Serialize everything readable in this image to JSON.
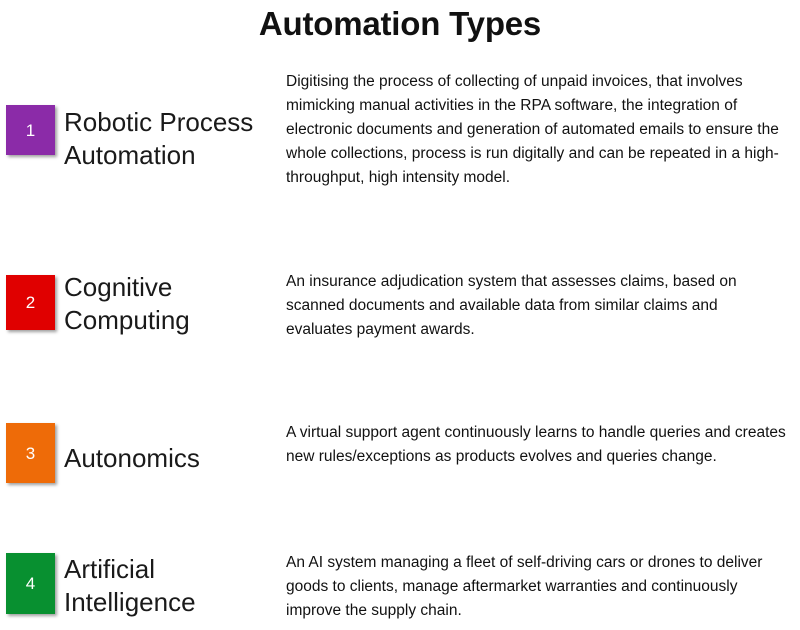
{
  "page": {
    "title": "Automation Types",
    "background_color": "#ffffff"
  },
  "items": [
    {
      "number": "1",
      "category": "Robotic Process Automation",
      "color": "#8B2BA8",
      "description": "Digitising the process of collecting of unpaid invoices, that involves mimicking manual activities in the RPA software, the integration of electronic documents and generation of automated emails to ensure the whole collections, process is run digitally and can be repeated in a high-throughput, high intensity model."
    },
    {
      "number": "2",
      "category": "Cognitive Computing",
      "color": "#E00000",
      "description": "An insurance adjudication system that assesses claims, based on scanned documents and available data from similar claims and evaluates payment awards."
    },
    {
      "number": "3",
      "category": "Autonomics",
      "color": "#EE6B08",
      "description": "A virtual support agent continuously learns to handle queries and creates new rules/exceptions as products evolves and queries change."
    },
    {
      "number": "4",
      "category": "Artificial Intelligence",
      "color": "#089030",
      "description": "An AI system managing a fleet of self-driving cars or drones to deliver goods to clients, manage aftermarket warranties and continuously improve the supply chain."
    }
  ]
}
